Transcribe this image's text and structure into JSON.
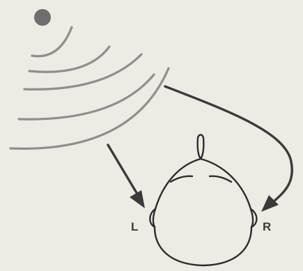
{
  "labels": {
    "left_ear": "L",
    "right_ear": "R"
  },
  "colors": {
    "background": "#eeebe4",
    "source_dot": "#6e6e6e",
    "sound_waves": "#8e8e8e",
    "arrows": "#3a3a3a",
    "head_outline": "#2c2c2c"
  },
  "elements": {
    "sound_source": "sound-source-dot",
    "sound_waves": 5,
    "paths": [
      "arrow-to-left-ear",
      "arrow-to-right-ear"
    ]
  }
}
